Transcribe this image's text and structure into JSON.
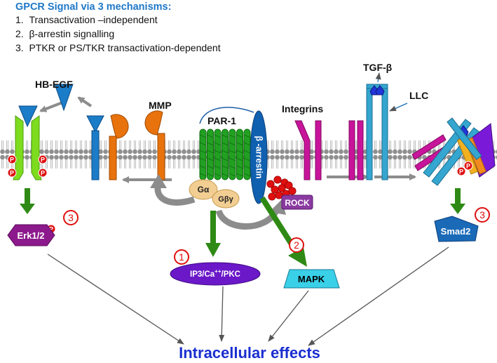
{
  "header": {
    "title": "GPCR Signal via 3 mechanisms:",
    "items": [
      {
        "num": "1.",
        "text": "Transactivation –independent"
      },
      {
        "num": "2.",
        "text": "β-arrestin signalling"
      },
      {
        "num": "3.",
        "text": "PTKR or PS/TKR transactivation-dependent"
      }
    ]
  },
  "labels": {
    "hb_egf": "HB-EGF",
    "mmp": "MMP",
    "par1": "PAR-1",
    "beta_arrestin": "β -arrestin",
    "integrins": "Integrins",
    "tgf_beta": "TGF-β",
    "llc": "LLC",
    "g_alpha": "Gα",
    "g_beta_gamma": "Gβγ",
    "rock": "ROCK",
    "erk": "Erk1/2",
    "smad": "Smad2",
    "ip3": "IP3/Ca",
    "ip3_sup": "++",
    "ip3_tail": "/PKC",
    "mapk": "MAPK",
    "phospho": "P",
    "badge1": "1",
    "badge2": "2",
    "badge3": "3",
    "bottom": "Intracellular effects"
  },
  "colors": {
    "title_blue": "#1f78c8",
    "egfr_green": "#7ddc1e",
    "mmp_orange": "#e8720c",
    "par1_green": "#22a022",
    "arrestin_blue": "#1060b0",
    "integrin_magenta": "#c8149b",
    "tgf_cyan": "#34a6d0",
    "erk_purple": "#8c1a8c",
    "smad_blue": "#1a6ab8",
    "ip3_purple": "#6a18c8",
    "mapk_cyan": "#39d0e8",
    "rock_red": "#e01010",
    "badge_red": "#e01010",
    "arrow_green": "#2e8a14",
    "arrow_gray": "#8c8c8c",
    "bottom_blue": "#1a2fd0"
  }
}
